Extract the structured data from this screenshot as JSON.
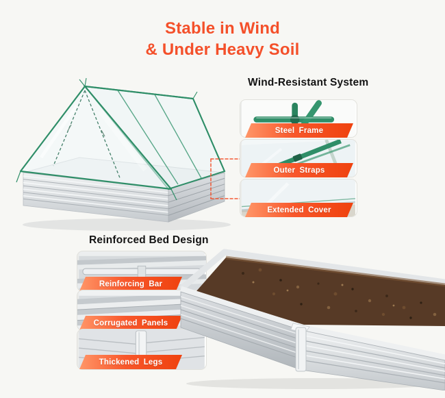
{
  "page": {
    "background_color": "#F7F7F4"
  },
  "title": {
    "line1": "Stable in Wind",
    "line2": "& Under Heavy Soil",
    "color": "#F4502A"
  },
  "wind_system": {
    "heading": "Wind-Resistant System",
    "items": [
      {
        "label": "Steel Frame",
        "image": "steel-frame-corner-photo"
      },
      {
        "label": "Outer Straps",
        "image": "outer-straps-photo"
      },
      {
        "label": "Extended Cover",
        "image": "extended-cover-photo"
      }
    ]
  },
  "bed_design": {
    "heading": "Reinforced Bed Design",
    "items": [
      {
        "label": "Reinforcing Bar",
        "image": "reinforcing-bar-photo"
      },
      {
        "label": "Corrugated Panels",
        "image": "corrugated-panels-photo"
      },
      {
        "label": "Thickened Legs",
        "image": "thickened-legs-photo"
      }
    ]
  },
  "colors": {
    "accent_orange": "#F4502A",
    "ribbon_gradient_start": "#FF9668",
    "ribbon_gradient_end": "#EF420E",
    "frame_green": "#2F8E68",
    "metal_silver": "#D9DDE0",
    "soil_brown": "#573A26",
    "heading_text": "#141414"
  }
}
